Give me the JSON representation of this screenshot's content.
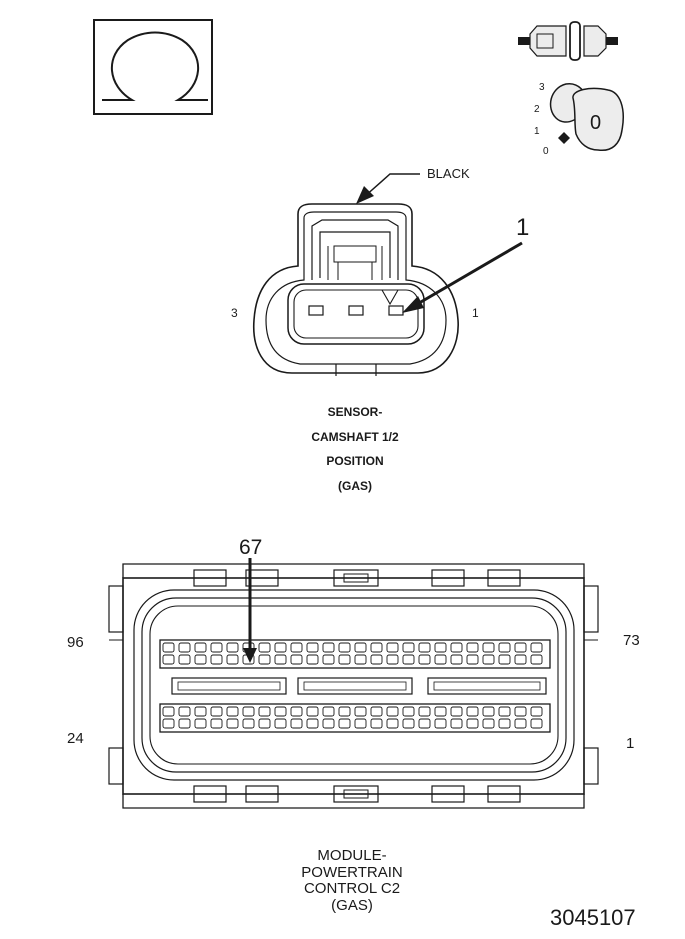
{
  "symbols": {
    "omega_glyph": "Ω",
    "key_position_labels": [
      "3",
      "2",
      "1",
      "0"
    ],
    "key_digit": "0"
  },
  "sensor_connector": {
    "color_callout": "BLACK",
    "pin_callout": "1",
    "left_pin_label": "3",
    "right_pin_label": "1",
    "caption": [
      "SENSOR-",
      "CAMSHAFT 1/2",
      "POSITION",
      "(GAS)"
    ]
  },
  "pcm_connector": {
    "pin_callout": "67",
    "top_left_pin": "96",
    "top_right_pin": "73",
    "bottom_left_pin": "24",
    "bottom_right_pin": "1",
    "caption": [
      "MODULE-",
      "POWERTRAIN",
      "CONTROL C2",
      "(GAS)"
    ]
  },
  "figure_id": "3045107"
}
